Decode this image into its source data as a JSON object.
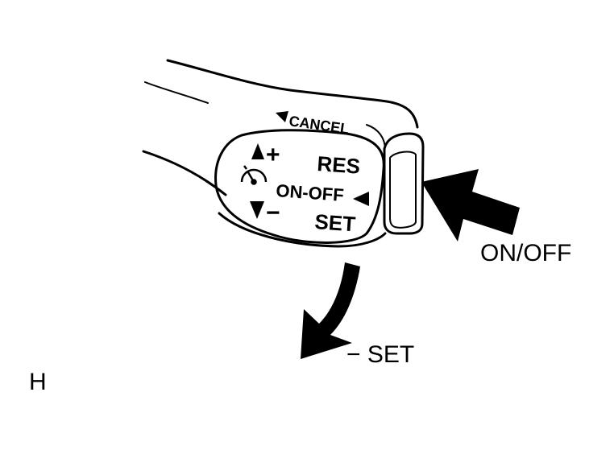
{
  "colors": {
    "ink": "#000000",
    "background": "#ffffff"
  },
  "stalk": {
    "cancel_label": "CANCEL",
    "plus_label": "+",
    "res_label": "RES",
    "onoff_label": "ON-OFF",
    "minus_label": "−",
    "set_label": "SET"
  },
  "callouts": {
    "onoff": "ON/OFF",
    "set": "− SET"
  },
  "corner_letter": "H",
  "icons": [
    "speedometer-icon",
    "arrow-up-triangle-icon",
    "arrow-down-triangle-icon",
    "arrow-left-triangle-icon",
    "press-arrow-icon",
    "pull-down-arrow-icon"
  ]
}
